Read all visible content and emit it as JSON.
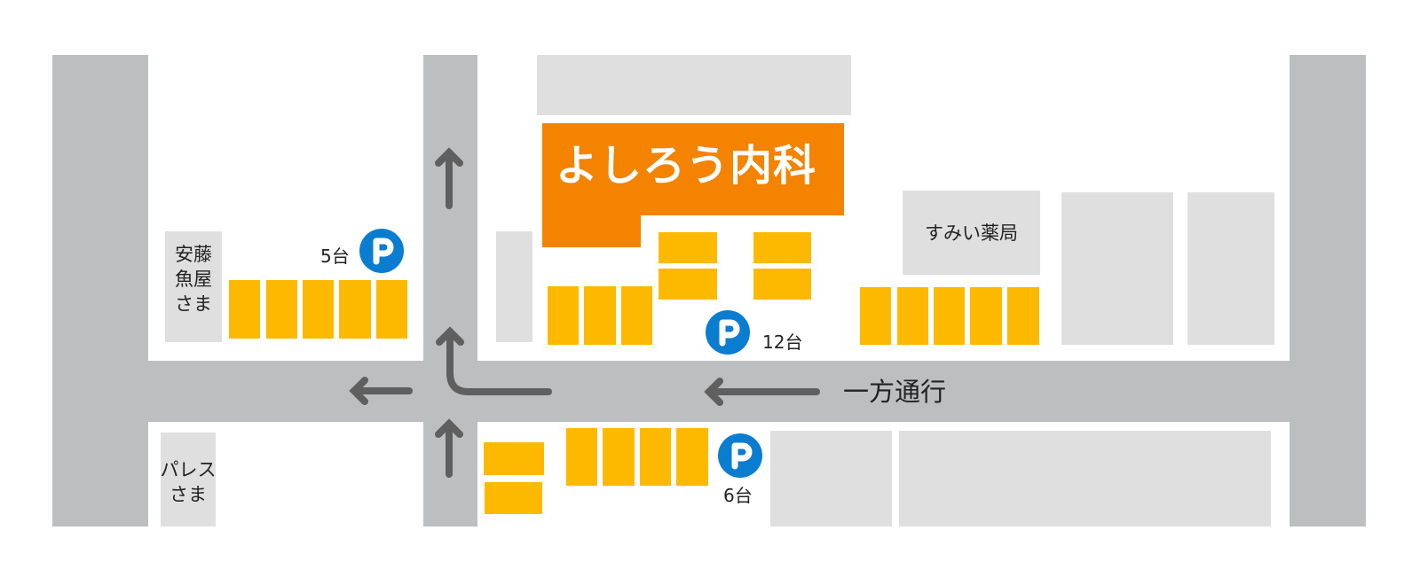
{
  "map": {
    "clinic_name": "よしろう内科",
    "one_way_label": "一方通行",
    "colors": {
      "road": "#bdbec0",
      "building": "#dfdfdf",
      "parking_space": "#fdb900",
      "clinic": "#f38300",
      "parking_icon": "#0a7dd1",
      "arrow": "#5f5f5f"
    },
    "landmarks": {
      "ando_fish": {
        "line1": "安藤",
        "line2": "魚屋",
        "line3": "さま"
      },
      "palace": {
        "line1": "パレス",
        "line2": "さま"
      },
      "pharmacy": "すみい薬局"
    },
    "parking_lots": [
      {
        "id": "lot-west",
        "icon": "parking-icon",
        "icon_label": "P",
        "count": "5台",
        "spaces": 5
      },
      {
        "id": "lot-clinic",
        "icon": "parking-icon",
        "icon_label": "P",
        "count": "12台",
        "spaces": 12
      },
      {
        "id": "lot-south",
        "icon": "parking-icon",
        "icon_label": "P",
        "count": "6台",
        "spaces": 6
      }
    ]
  }
}
